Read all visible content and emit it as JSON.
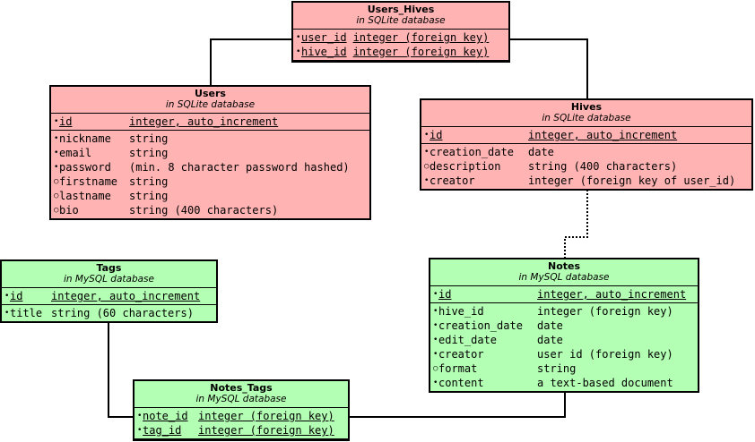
{
  "entities": {
    "users_hives": {
      "name": "Users_Hives",
      "db": "in SQLite database",
      "keys": [
        {
          "mark": "•",
          "name": "user_id",
          "type": "integer (foreign key)"
        },
        {
          "mark": "•",
          "name": "hive_id",
          "type": "integer (foreign key)"
        }
      ],
      "fields": []
    },
    "users": {
      "name": "Users",
      "db": "in SQLite database",
      "keys": [
        {
          "mark": "•",
          "name": "id",
          "type": "integer, auto_increment"
        }
      ],
      "fields": [
        {
          "mark": "•",
          "name": "nickname",
          "type": "string"
        },
        {
          "mark": "•",
          "name": "email",
          "type": "string"
        },
        {
          "mark": "•",
          "name": "password",
          "type": "(min. 8 character password hashed)"
        },
        {
          "mark": "○",
          "name": "firstname",
          "type": "string"
        },
        {
          "mark": "○",
          "name": "lastname",
          "type": "string"
        },
        {
          "mark": "○",
          "name": "bio",
          "type": "string (400 characters)"
        }
      ]
    },
    "hives": {
      "name": "Hives",
      "db": "in SQLite database",
      "keys": [
        {
          "mark": "•",
          "name": "id",
          "type": "integer, auto_increment"
        }
      ],
      "fields": [
        {
          "mark": "•",
          "name": "creation_date",
          "type": "date"
        },
        {
          "mark": "○",
          "name": "description",
          "type": "string (400 characters)"
        },
        {
          "mark": "•",
          "name": "creator",
          "type": "integer (foreign key of user_id)"
        }
      ]
    },
    "tags": {
      "name": "Tags",
      "db": "in MySQL database",
      "keys": [
        {
          "mark": "•",
          "name": "id",
          "type": "integer, auto_increment"
        }
      ],
      "fields": [
        {
          "mark": "•",
          "name": "title",
          "type": "string (60 characters)"
        }
      ]
    },
    "notes": {
      "name": "Notes",
      "db": "in MySQL database",
      "keys": [
        {
          "mark": "•",
          "name": "id",
          "type": "integer, auto_increment"
        }
      ],
      "fields": [
        {
          "mark": "•",
          "name": "hive_id",
          "type": "integer (foreign key)"
        },
        {
          "mark": "•",
          "name": "creation_date",
          "type": "date"
        },
        {
          "mark": "•",
          "name": "edit_date",
          "type": "date"
        },
        {
          "mark": "•",
          "name": "creator",
          "type": "user id (foreign key)"
        },
        {
          "mark": "○",
          "name": "format",
          "type": "string"
        },
        {
          "mark": "•",
          "name": "content",
          "type": "a text-based document"
        }
      ]
    },
    "notes_tags": {
      "name": "Notes_Tags",
      "db": "in MySQL database",
      "keys": [
        {
          "mark": "•",
          "name": "note_id",
          "type": "integer (foreign key)"
        },
        {
          "mark": "•",
          "name": "tag_id",
          "type": "integer (foreign key)"
        }
      ],
      "fields": []
    }
  },
  "colors": {
    "sqlite_fill": "#ffb3b3",
    "mysql_fill": "#b3ffb3",
    "line": "#000000"
  }
}
